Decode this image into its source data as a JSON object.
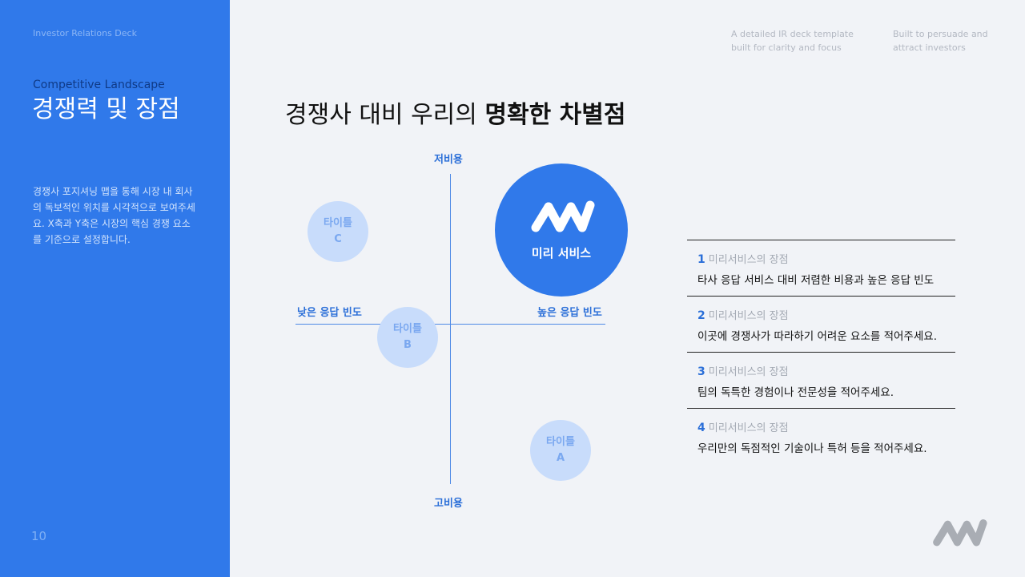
{
  "sidebar": {
    "deck_label": "Investor Relations Deck",
    "section_en": "Competitive Landscape",
    "section_ko": "경쟁력 및 장점",
    "description": "경쟁사 포지셔닝 맵을 통해 시장 내 회사의 독보적인 위치를 시각적으로 보여주세요. X축과 Y축은 시장의 핵심 경쟁 요소를 기준으로 설정합니다.",
    "page_number": "10"
  },
  "header": {
    "note_1": "A detailed IR deck template built for clarity and focus",
    "note_2": "Built to persuade and attract investors"
  },
  "headline": {
    "regular": "경쟁사 대비 우리의 ",
    "bold": "명확한 차별점"
  },
  "positioning_map": {
    "axis_top": "저비용",
    "axis_bottom": "고비용",
    "axis_left": "낮은 응답 빈도",
    "axis_right": "높은 응답 빈도",
    "competitors": [
      {
        "title": "타이틀",
        "letter": "C"
      },
      {
        "title": "타이틀",
        "letter": "B"
      },
      {
        "title": "타이틀",
        "letter": "A"
      }
    ],
    "ours": {
      "name": "미리 서비스",
      "logo": "miri-logo-icon"
    }
  },
  "advantages": [
    {
      "num": "1",
      "tag": "미리서비스의 장점",
      "text": "타사 응답 서비스 대비 저렴한 비용과 높은 응답 빈도"
    },
    {
      "num": "2",
      "tag": "미리서비스의 장점",
      "text": "이곳에 경쟁사가 따라하기 어려운 요소를 적어주세요."
    },
    {
      "num": "3",
      "tag": "미리서비스의 장점",
      "text": "팀의 독특한 경험이나 전문성을 적어주세요."
    },
    {
      "num": "4",
      "tag": "미리서비스의 장점",
      "text": "우리만의 독점적인 기술이나 특허 등을 적어주세요."
    }
  ],
  "colors": {
    "accent": "#3079ea",
    "bubble": "#c8dcfb",
    "background": "#f1f3f7"
  }
}
